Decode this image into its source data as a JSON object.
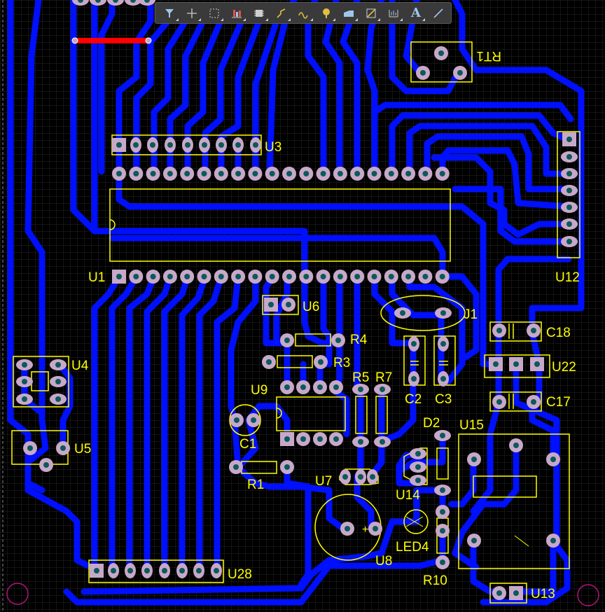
{
  "toolbar": {
    "tools": [
      "filter-icon",
      "crosshair-icon",
      "select-rect-icon",
      "align-icon",
      "component-icon",
      "route-icon",
      "diff-pair-icon",
      "via-icon",
      "polygon-icon",
      "place-line-icon",
      "dimension-icon",
      "text-icon",
      "line-icon"
    ],
    "text_tool_glyph": "A"
  },
  "colors": {
    "trace": "#0010ff",
    "silk": "#ffff00",
    "pad": "#c8a8c8",
    "board": "#000000",
    "selected": "#ff0000",
    "hole": "#b4147f"
  },
  "designators": {
    "u3": "U3",
    "u1": "U1",
    "u12": "U12",
    "rt1": "RT1",
    "u6": "U6",
    "j1": "J1",
    "r4": "R4",
    "r3": "R3",
    "c18": "C18",
    "u22": "U22",
    "u4": "U4",
    "u9": "U9",
    "r5": "R5",
    "r7": "R7",
    "c17": "C17",
    "c2": "C2",
    "c3": "C3",
    "u5": "U5",
    "c1": "C1",
    "d2": "D2",
    "u15": "U15",
    "r1": "R1",
    "u7": "U7",
    "u14": "U14",
    "led4": "LED4",
    "u8": "U8",
    "r10": "R10",
    "u28": "U28",
    "u13": "U13"
  }
}
